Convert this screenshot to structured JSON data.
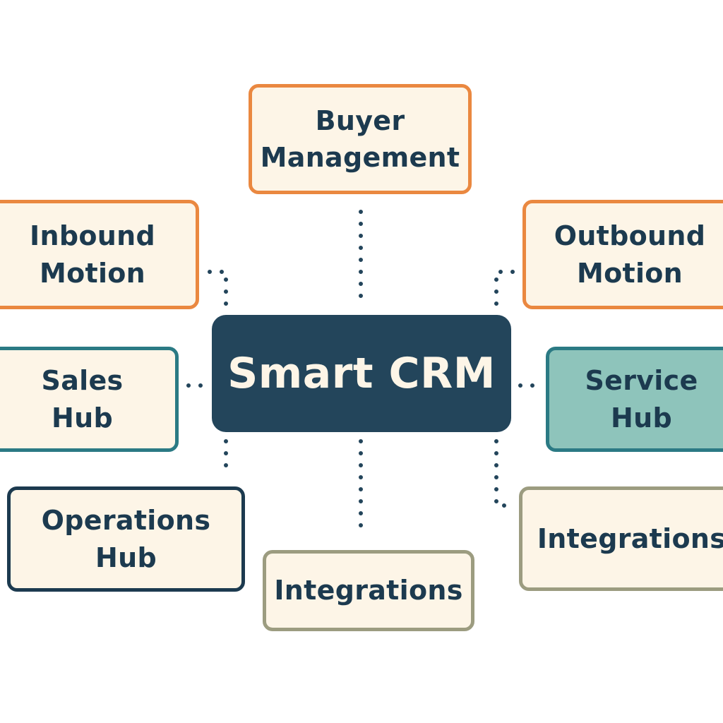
{
  "diagram": {
    "center": {
      "label": "Smart CRM"
    },
    "nodes": {
      "buyer_management": {
        "lines": [
          "Buyer",
          "Management"
        ],
        "border_color": "#ea8840"
      },
      "inbound_motion": {
        "lines": [
          "Inbound",
          "Motion"
        ],
        "border_color": "#ea8840"
      },
      "outbound_motion": {
        "lines": [
          "Outbound",
          "Motion"
        ],
        "border_color": "#ea8840"
      },
      "sales_hub": {
        "lines": [
          "Sales",
          "Hub"
        ],
        "border_color": "#2b7a84"
      },
      "service_hub": {
        "lines": [
          "Service",
          "Hub"
        ],
        "border_color": "#2b7a84",
        "fill_color": "#8ec4bb"
      },
      "operations_hub": {
        "lines": [
          "Operations",
          "Hub"
        ],
        "border_color": "#1c3a4f"
      },
      "integrations_bottom": {
        "lines": [
          "Integrations"
        ],
        "border_color": "#9c9c80"
      },
      "integrations_right": {
        "lines": [
          "Integrations"
        ],
        "border_color": "#9c9c80"
      }
    },
    "colors": {
      "node_fill": "#fdf5e7",
      "text": "#1c3a4f",
      "hub_fill": "#23455b",
      "hub_text": "#fdf5e7",
      "connector": "#23455b"
    },
    "connector_style": "dotted"
  }
}
